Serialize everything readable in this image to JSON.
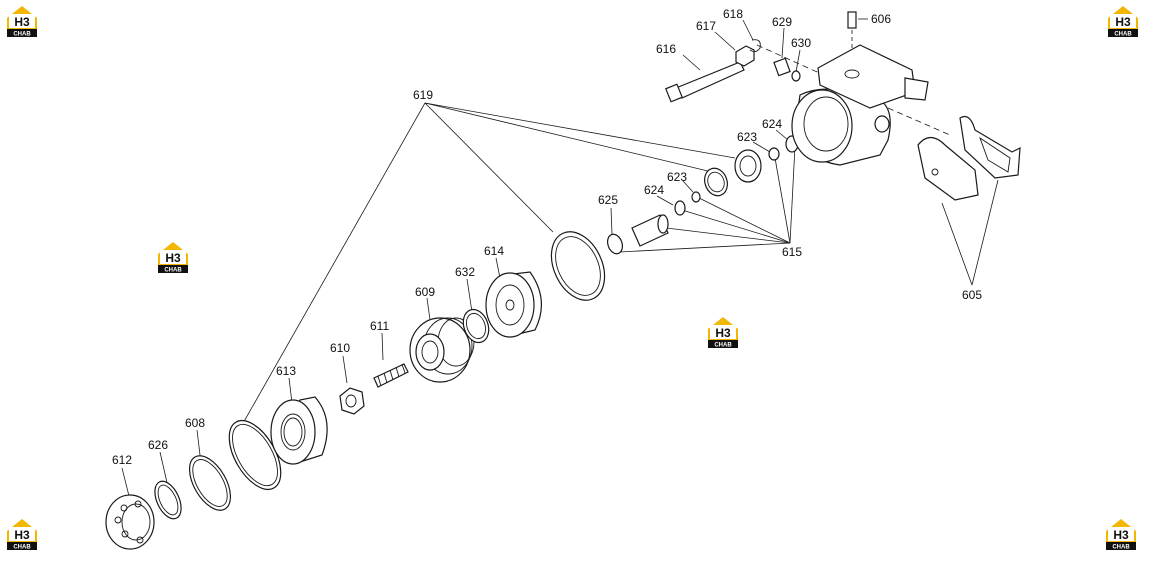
{
  "watermark": {
    "mark": "H3",
    "text": "CHAB"
  },
  "callouts": [
    {
      "id": "c605",
      "label": "605"
    },
    {
      "id": "c606",
      "label": "606"
    },
    {
      "id": "c608",
      "label": "608"
    },
    {
      "id": "c609",
      "label": "609"
    },
    {
      "id": "c610",
      "label": "610"
    },
    {
      "id": "c611",
      "label": "611"
    },
    {
      "id": "c612",
      "label": "612"
    },
    {
      "id": "c613",
      "label": "613"
    },
    {
      "id": "c614",
      "label": "614"
    },
    {
      "id": "c615",
      "label": "615"
    },
    {
      "id": "c616",
      "label": "616"
    },
    {
      "id": "c617",
      "label": "617"
    },
    {
      "id": "c618",
      "label": "618"
    },
    {
      "id": "c619",
      "label": "619"
    },
    {
      "id": "c623a",
      "label": "623"
    },
    {
      "id": "c623b",
      "label": "623"
    },
    {
      "id": "c624a",
      "label": "624"
    },
    {
      "id": "c624b",
      "label": "624"
    },
    {
      "id": "c625",
      "label": "625"
    },
    {
      "id": "c626",
      "label": "626"
    },
    {
      "id": "c629",
      "label": "629"
    },
    {
      "id": "c630",
      "label": "630"
    },
    {
      "id": "c632",
      "label": "632"
    }
  ]
}
